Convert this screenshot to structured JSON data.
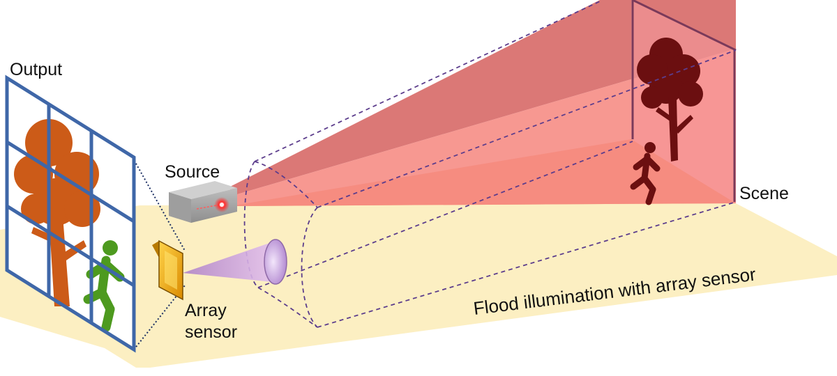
{
  "labels": {
    "output": "Output",
    "source": "Source",
    "scene": "Scene",
    "array_sensor_line1": "Array",
    "array_sensor_line2": "sensor",
    "caption": "Flood illumination with array sensor"
  },
  "colors": {
    "floor": "#fcefc2",
    "beam_upper": "#d9716f",
    "beam_lower": "#f6867e",
    "scene_wall": "#f5a7a9",
    "scene_floor": "#f7a27d",
    "grid_frame": "#3f67a8",
    "tree_output": "#cc5b18",
    "runner_output": "#4d9a1f",
    "silhouette_scene": "#6b0f10",
    "sensor_gold": "#f0a400",
    "dashed_lines": "#5c3d8c",
    "source_box": "#a8a8a8",
    "laser_dot": "#e0201d"
  },
  "icons": {
    "tree": "tree-icon",
    "runner": "running-person-icon",
    "laser": "laser-dot-icon",
    "lens": "lens-icon"
  }
}
